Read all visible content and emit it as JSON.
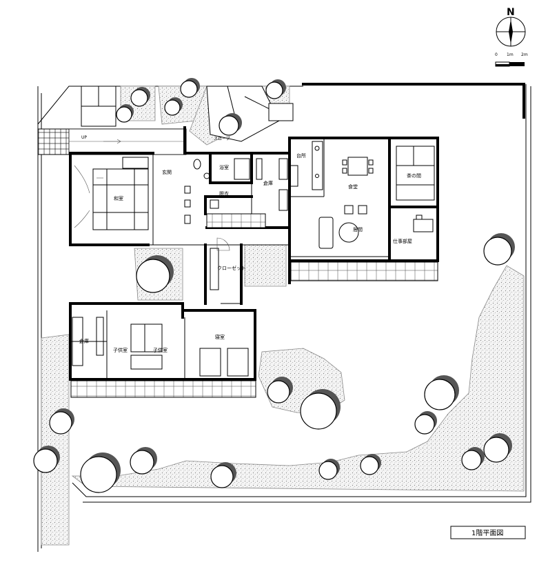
{
  "north_label": "N",
  "scale_labels": [
    "0",
    "1m",
    "2m"
  ],
  "drawing_title": "1階平面図",
  "rooms": {
    "washitsu": "和室",
    "genkan": "玄関",
    "yokushitsu": "浴室",
    "datsui": "脱衣",
    "souko_north": "倉庫",
    "daidokoro": "台所",
    "shokudou": "食堂",
    "chanoma": "茶の間",
    "ima": "居間",
    "shigoto": "仕事部屋",
    "closet": "クローゼット",
    "souko_west": "倉庫",
    "kodomo1": "子供室",
    "kodomo2": "子供室",
    "shinshitsu": "寝室",
    "up": "UP",
    "slope": "スロープ"
  }
}
